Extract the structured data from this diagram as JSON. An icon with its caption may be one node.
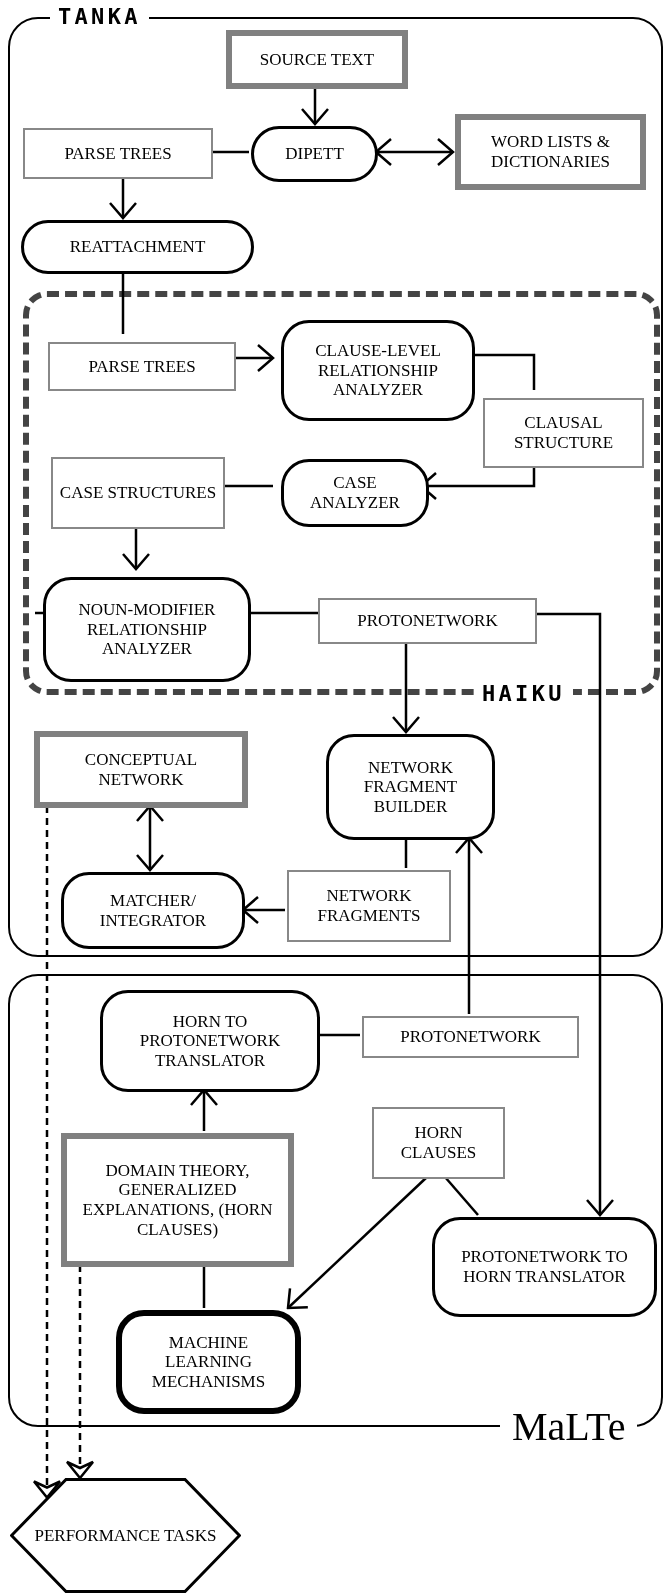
{
  "diagram": {
    "nodes": [
      {
        "text": [
          "TANKA"
        ]
      },
      {
        "text": [
          "SOURCE TEXT"
        ],
        "in": 0
      },
      {
        "text": [
          "PARSE TREES"
        ],
        "in": 0
      },
      {
        "text": [
          "DIPETT"
        ],
        "in": 0
      },
      {
        "text": [
          "WORD LISTS & DICTIONARIES"
        ],
        "in": 0
      },
      {
        "text": [
          "REATTACHMENT"
        ],
        "in": 0
      },
      {
        "text": [
          "HAIKU"
        ],
        "in": 0
      },
      {
        "text": [
          "PARSE TREES"
        ],
        "in": 6
      },
      {
        "text": [
          "CLAUSE-LEVEL RELATIONSHIP ANALYZER"
        ],
        "in": 6
      },
      {
        "text": [
          "CLAUSAL STRUCTURE"
        ],
        "in": 6
      },
      {
        "text": [
          "CASE STRUCTURES"
        ],
        "in": 6
      },
      {
        "text": [
          "CASE ANALYZER"
        ],
        "in": 6
      },
      {
        "text": [
          "NOUN-MODIFIER RELATIONSHIP ANALYZER"
        ],
        "in": 6
      },
      {
        "text": [
          "PROTONETWORK"
        ],
        "in": 6
      },
      {
        "text": [
          "CONCEPTUAL NETWORK"
        ],
        "in": 0
      },
      {
        "text": [
          "NETWORK FRAGMENT BUILDER"
        ],
        "in": 0
      },
      {
        "text": [
          "MATCHER/ INTEGRATOR"
        ],
        "in": 0
      },
      {
        "text": [
          "NETWORK FRAGMENTS"
        ],
        "in": 0
      },
      {
        "text": [
          "MaLTe"
        ]
      },
      {
        "text": [
          "HORN TO PROTONETWORK TRANSLATOR"
        ],
        "in": 18
      },
      {
        "text": [
          "PROTONETWORK"
        ],
        "in": 18
      },
      {
        "text": [
          "DOMAIN THEORY, GENERALIZED EXPLANATIONS, (HORN CLAUSES)"
        ],
        "in": 18
      },
      {
        "text": [
          "HORN CLAUSES"
        ],
        "in": 18
      },
      {
        "text": [
          "PROTONETWORK TO HORN TRANSLATOR"
        ],
        "in": 18
      },
      {
        "text": [
          "MACHINE LEARNING MECHANISMS"
        ],
        "in": 18
      },
      {
        "text": [
          "PERFORMANCE TASKS"
        ]
      }
    ],
    "edges": [
      {
        "from": 1,
        "to": 3,
        "arrow": "to"
      },
      {
        "from": 3,
        "to": 2,
        "arrow": "none"
      },
      {
        "from": 3,
        "to": 4,
        "arrow": "both"
      },
      {
        "from": 2,
        "to": 5,
        "arrow": "to"
      },
      {
        "from": 5,
        "to": 7,
        "arrow": "none"
      },
      {
        "from": 7,
        "to": 8,
        "arrow": "to"
      },
      {
        "from": 8,
        "to": 9,
        "arrow": "none"
      },
      {
        "from": 9,
        "to": 11,
        "arrow": "to"
      },
      {
        "from": 11,
        "to": 10,
        "arrow": "none"
      },
      {
        "from": 10,
        "to": 12,
        "arrow": "to"
      },
      {
        "from": 12,
        "to": 13,
        "arrow": "none"
      },
      {
        "from": 13,
        "to": 15,
        "arrow": "to"
      },
      {
        "from": 13,
        "to": 23,
        "arrow": "to"
      },
      {
        "from": 14,
        "to": 16,
        "arrow": "both"
      },
      {
        "from": 15,
        "to": 17,
        "arrow": "none"
      },
      {
        "from": 17,
        "to": 16,
        "arrow": "to"
      },
      {
        "from": 20,
        "to": 15,
        "arrow": "to"
      },
      {
        "from": 19,
        "to": 20,
        "arrow": "none"
      },
      {
        "from": 21,
        "to": 19,
        "arrow": "to"
      },
      {
        "from": 21,
        "to": 24,
        "arrow": "none"
      },
      {
        "from": 22,
        "to": 24,
        "arrow": "to"
      },
      {
        "from": 22,
        "to": 23,
        "arrow": "none"
      },
      {
        "from": 14,
        "to": 25,
        "arrow": "to",
        "style": "dashed"
      },
      {
        "from": 21,
        "to": 25,
        "arrow": "to",
        "style": "dashed"
      }
    ]
  }
}
